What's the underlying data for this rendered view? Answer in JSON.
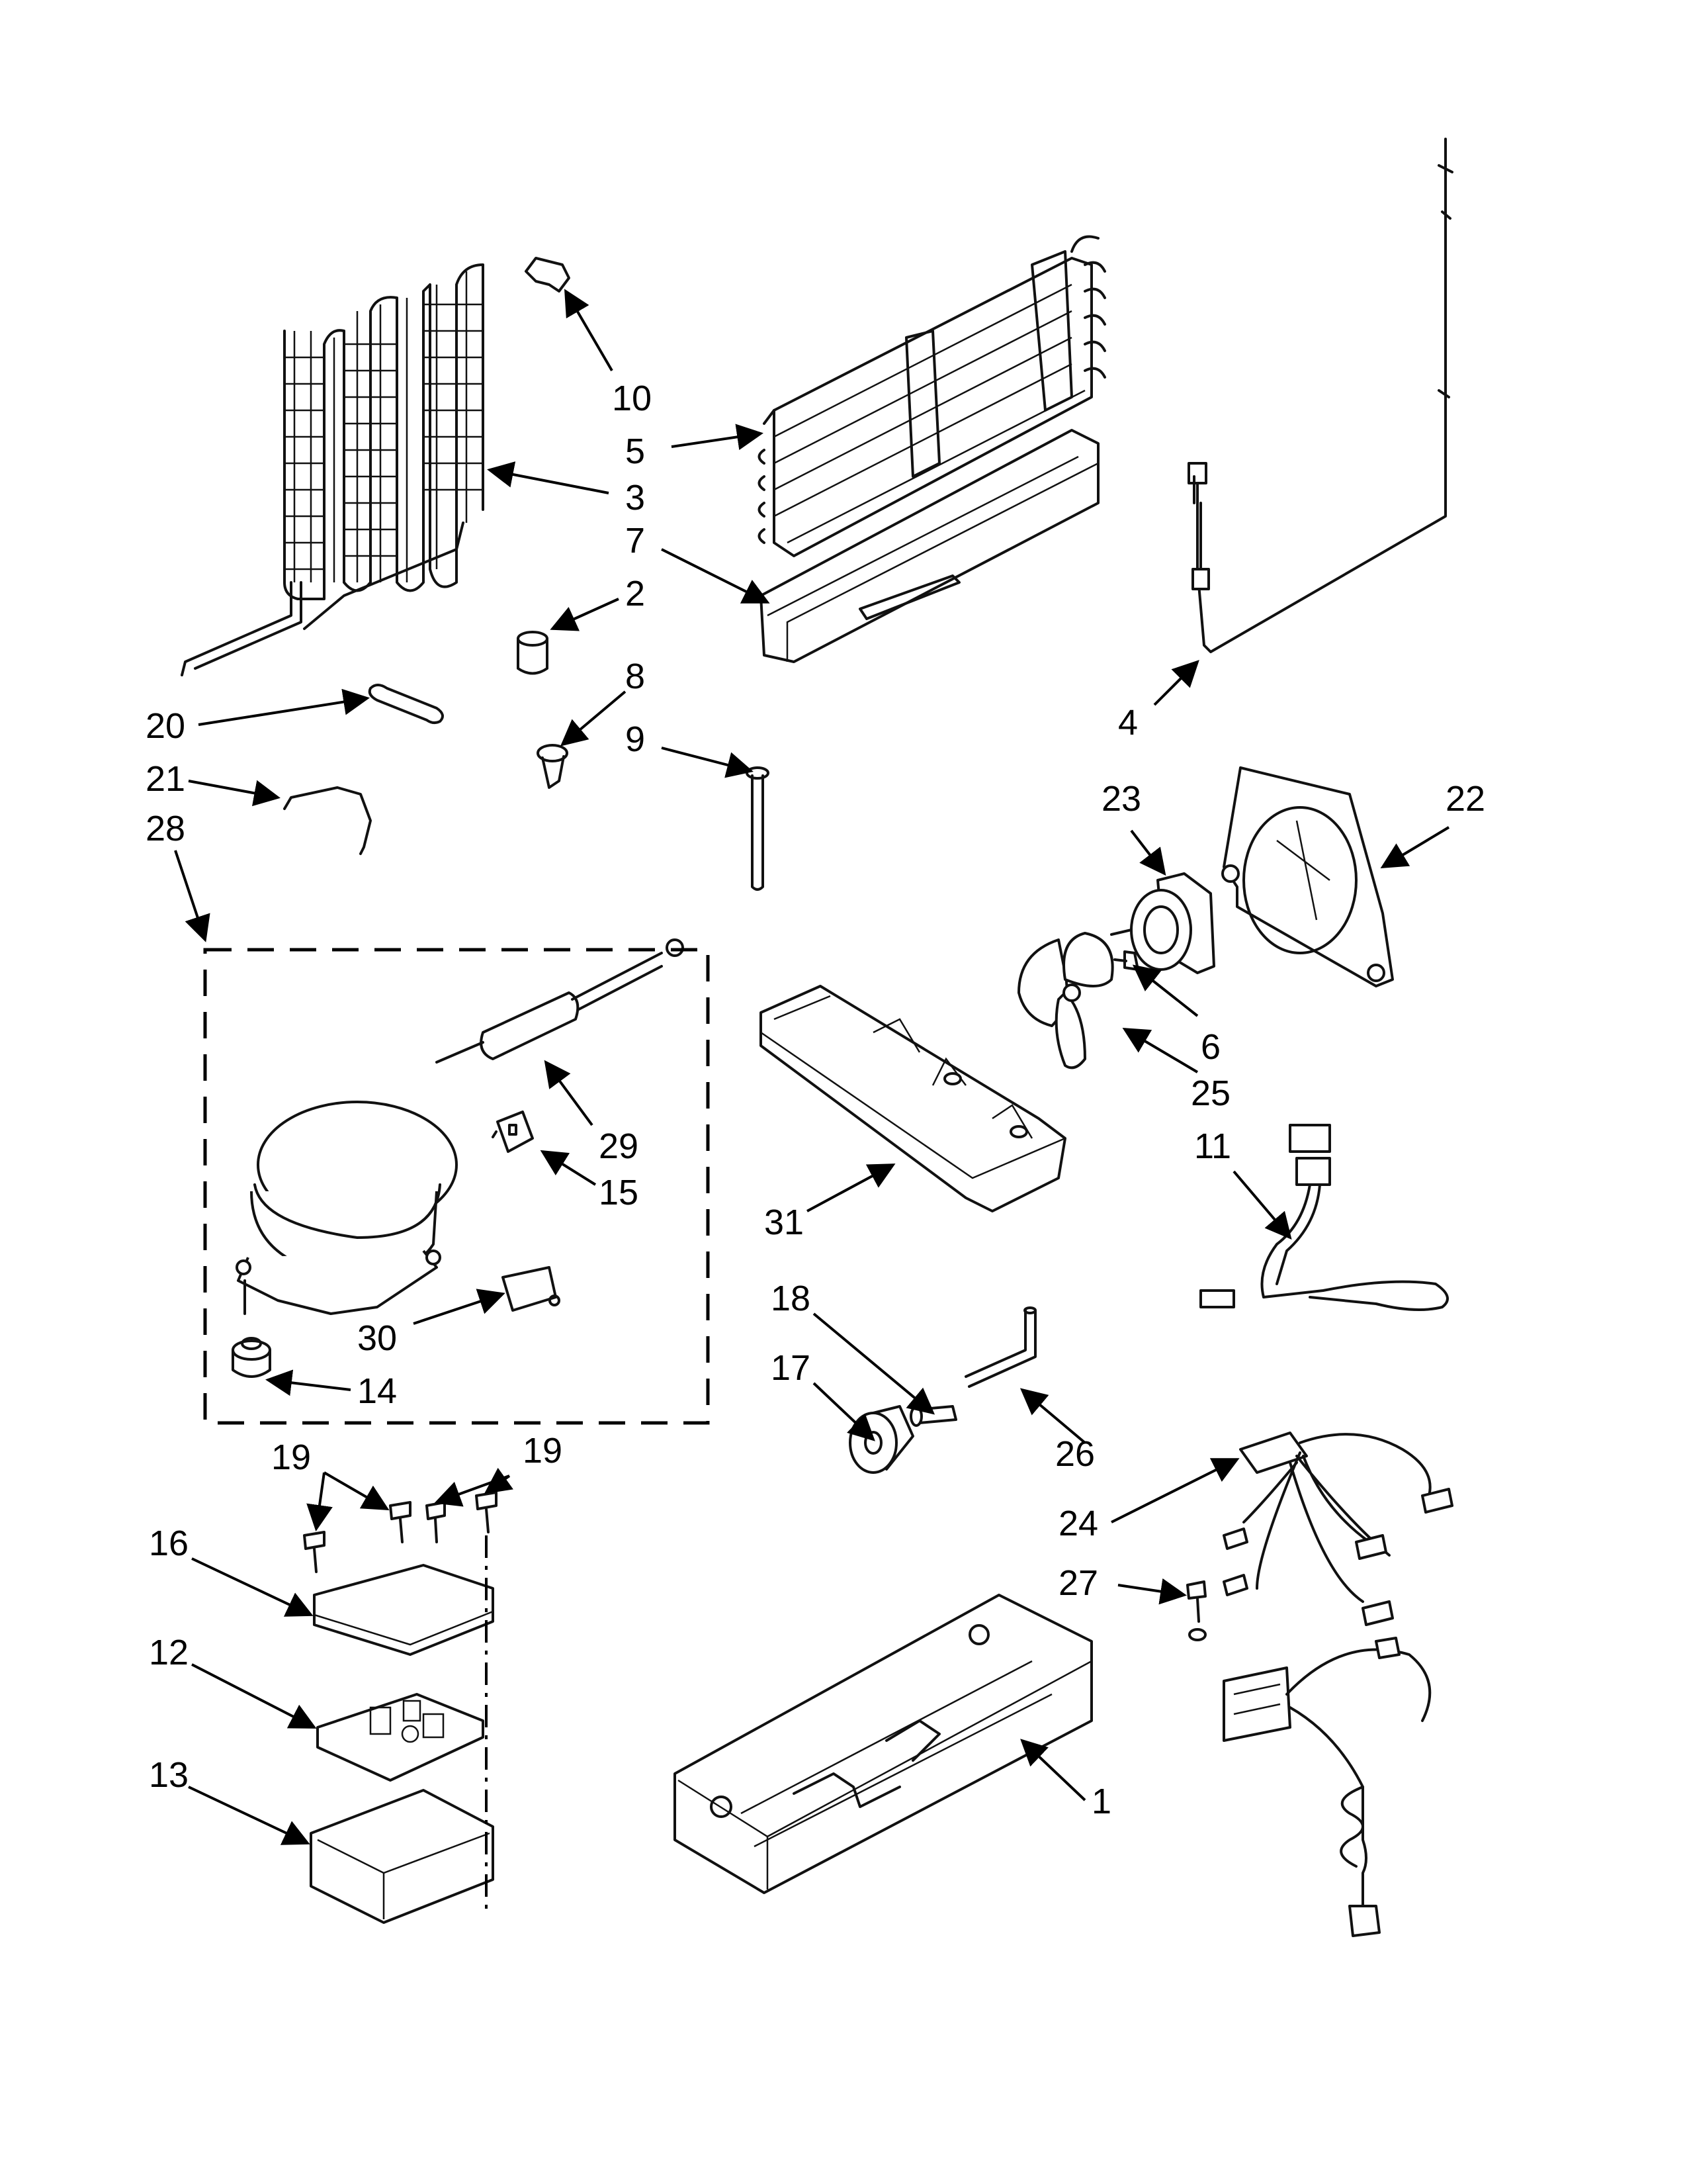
{
  "diagram": {
    "callouts": [
      {
        "id": "c10",
        "label": "10"
      },
      {
        "id": "c5",
        "label": "5"
      },
      {
        "id": "c3",
        "label": "3"
      },
      {
        "id": "c7",
        "label": "7"
      },
      {
        "id": "c2",
        "label": "2"
      },
      {
        "id": "c8",
        "label": "8"
      },
      {
        "id": "c9",
        "label": "9"
      },
      {
        "id": "c20",
        "label": "20"
      },
      {
        "id": "c21",
        "label": "21"
      },
      {
        "id": "c28",
        "label": "28"
      },
      {
        "id": "c4",
        "label": "4"
      },
      {
        "id": "c23",
        "label": "23"
      },
      {
        "id": "c22",
        "label": "22"
      },
      {
        "id": "c6",
        "label": "6"
      },
      {
        "id": "c25",
        "label": "25"
      },
      {
        "id": "c29",
        "label": "29"
      },
      {
        "id": "c15",
        "label": "15"
      },
      {
        "id": "c11",
        "label": "11"
      },
      {
        "id": "c31",
        "label": "31"
      },
      {
        "id": "c30",
        "label": "30"
      },
      {
        "id": "c14",
        "label": "14"
      },
      {
        "id": "c18",
        "label": "18"
      },
      {
        "id": "c17",
        "label": "17"
      },
      {
        "id": "c26",
        "label": "26"
      },
      {
        "id": "c19a",
        "label": "19"
      },
      {
        "id": "c19b",
        "label": "19"
      },
      {
        "id": "c24",
        "label": "24"
      },
      {
        "id": "c16",
        "label": "16"
      },
      {
        "id": "c27",
        "label": "27"
      },
      {
        "id": "c12",
        "label": "12"
      },
      {
        "id": "c13",
        "label": "13"
      },
      {
        "id": "c1",
        "label": "1"
      }
    ]
  }
}
